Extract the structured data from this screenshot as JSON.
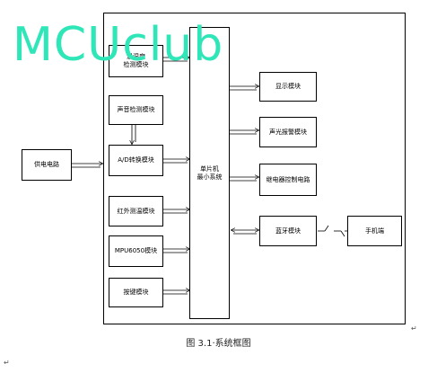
{
  "watermark": "MCUclub",
  "caption": "图 3.1·系统框图",
  "paragraph_mark": "↵",
  "blocks": {
    "power": "供电电路",
    "temp_humidity": "温湿度\n检测模块",
    "sound": "声音检测模块",
    "adc": "A/D转换模块",
    "infrared": "红外测温模块",
    "mpu6050": "MPU6050模块",
    "keys": "按键模块",
    "mcu": "单片机\n最小系统",
    "display": "显示模块",
    "alarm": "声光报警模块",
    "relay": "继电器控制电路",
    "bluetooth": "蓝牙模块",
    "phone": "手机端"
  }
}
